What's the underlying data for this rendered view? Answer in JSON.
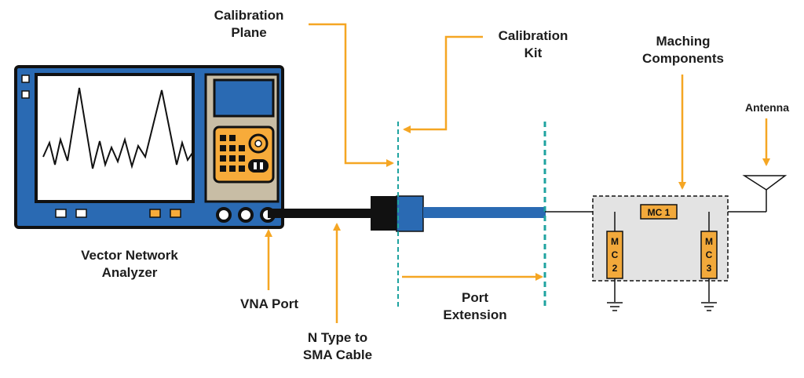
{
  "labels": {
    "calibration_plane": [
      "Calibration",
      "Plane"
    ],
    "calibration_kit": [
      "Calibration",
      "Kit"
    ],
    "matching_components": [
      "Maching",
      "Components"
    ],
    "antenna": "Antenna",
    "vna": [
      "Vector Network",
      "Analyzer"
    ],
    "vna_port": "VNA Port",
    "cable": [
      "N Type to",
      "SMA Cable"
    ],
    "port_extension": [
      "Port",
      "Extension"
    ]
  },
  "components": {
    "mc1": "MC 1",
    "mc2": [
      "M",
      "C",
      "2"
    ],
    "mc3": [
      "M",
      "C",
      "3"
    ]
  },
  "colors": {
    "arrow": "#f5a623",
    "vna_blue": "#2a6ab3",
    "vna_frame": "#111111",
    "panel": "#c8bda5",
    "keypad": "#f7ab3a",
    "dashed_line": "#1fa3a0",
    "component": "#f2a93b",
    "matching_box": "#e3e3e3"
  }
}
